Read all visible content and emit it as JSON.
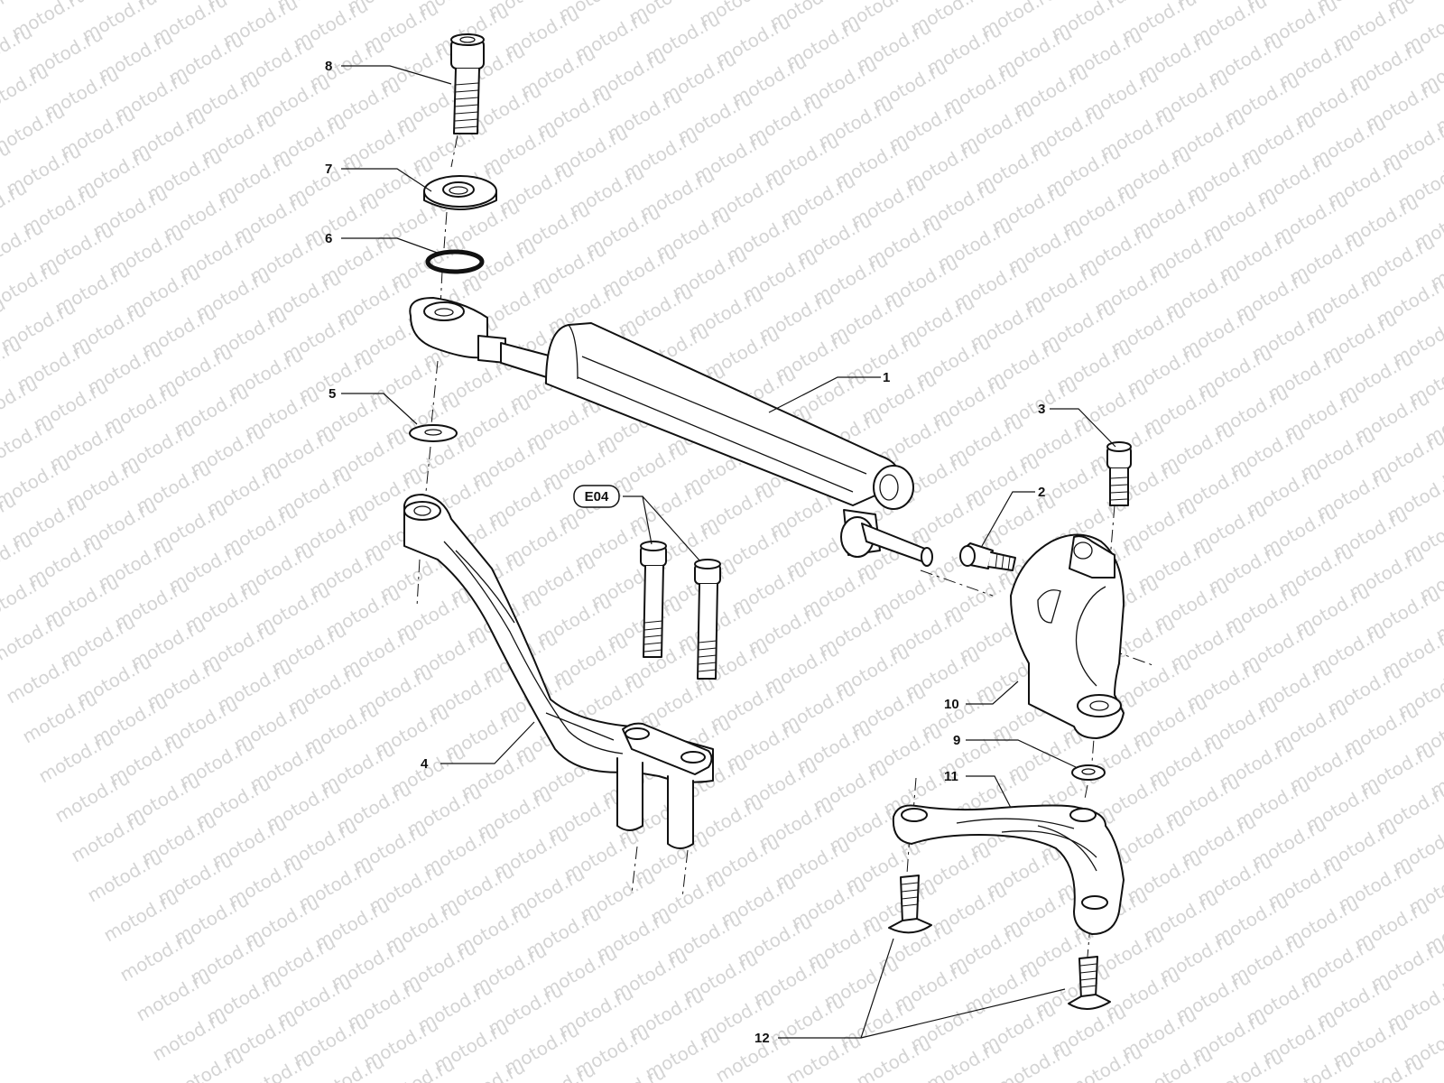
{
  "watermark": {
    "text": "motod.ru",
    "color": "#d4d4d4"
  },
  "callouts": {
    "c1": "1",
    "c2": "2",
    "c3": "3",
    "c4": "4",
    "c5": "5",
    "c6": "6",
    "c7": "7",
    "c8": "8",
    "c9": "9",
    "c10": "10",
    "c11": "11",
    "c12": "12"
  },
  "reference_tag": "E04"
}
